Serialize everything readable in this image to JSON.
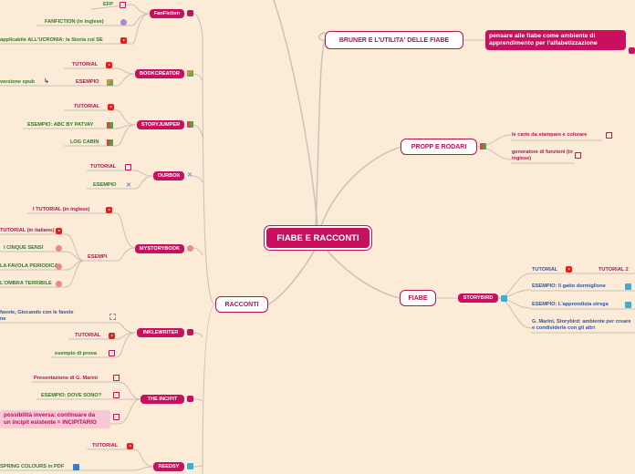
{
  "root": "FIABE E RACCONTI",
  "right": {
    "bruner": "BRUNER E L'UTILITA' DELLE FIABE",
    "bruner_note": "pensare alle fiabe come ambiente di apprendimento per l'alfabetizzazione",
    "propp": "PROPP E RODARI",
    "propp_items": [
      "le carte da stampare e colorare",
      "generatore di funzioni (in inglese)"
    ],
    "fiabe": "FIABE",
    "storybird": "STORYBIRD",
    "storybird_items": [
      "TUTORIAL",
      "TUTORIAL 2",
      "ESEMPIO: Il gatto dormiglione",
      "ESEMPIO: L'apprendista strega",
      "G. Marini, Storybird: ambiente per creare e condividerle con gli altri"
    ]
  },
  "left": {
    "racconti": "RACCONTI",
    "fanfiction": "FanFiction",
    "fanfiction_items": [
      "EFP",
      "FANFICTION (in inglese)",
      "applicabile ALL'UCRONIA: la Storia col SE"
    ],
    "bookcreator": "BOOKCREATOR",
    "bookcreator_items": [
      "TUTORIAL",
      "ESEMPIO",
      "versione epub"
    ],
    "storyjumper": "STORYJUMPER",
    "storyjumper_items": [
      "TUTORIAL",
      "ESEMPIO: ABC BY PATVAY",
      "LOG CABIN"
    ],
    "ourboox": "OURBOX",
    "ourboox_items": [
      "TUTORIAL",
      "ESEMPIO"
    ],
    "mystorybook": "MYSTORYBOOK",
    "mystorybook_items": [
      "I TUTORIAL (in inglese)",
      "ESEMPI"
    ],
    "esempi_items": [
      "TUTORIAL (in italiano)",
      "I CINQUE SENSI",
      "LA FAVOLA PERIODICA",
      "L'OMBRA TERRIBILE"
    ],
    "inklewriter": "INKLEWRITER",
    "inklewriter_items": [
      "favole, Giocando con le favole",
      "ne",
      "TUTORIAL",
      "esempio di prova"
    ],
    "incipit": "THE INCIPIT",
    "incipit_items": [
      "Presentazione di G. Marini",
      "ESEMPIO: DOVE SONO?",
      "possibilità inversa: continuare da",
      "un incipit esistente = INCIPITARIO"
    ],
    "reedsy": "REEDSY",
    "reedsy_items": [
      "TUTORIAL",
      "SPRING COLOURS in PDF"
    ]
  }
}
